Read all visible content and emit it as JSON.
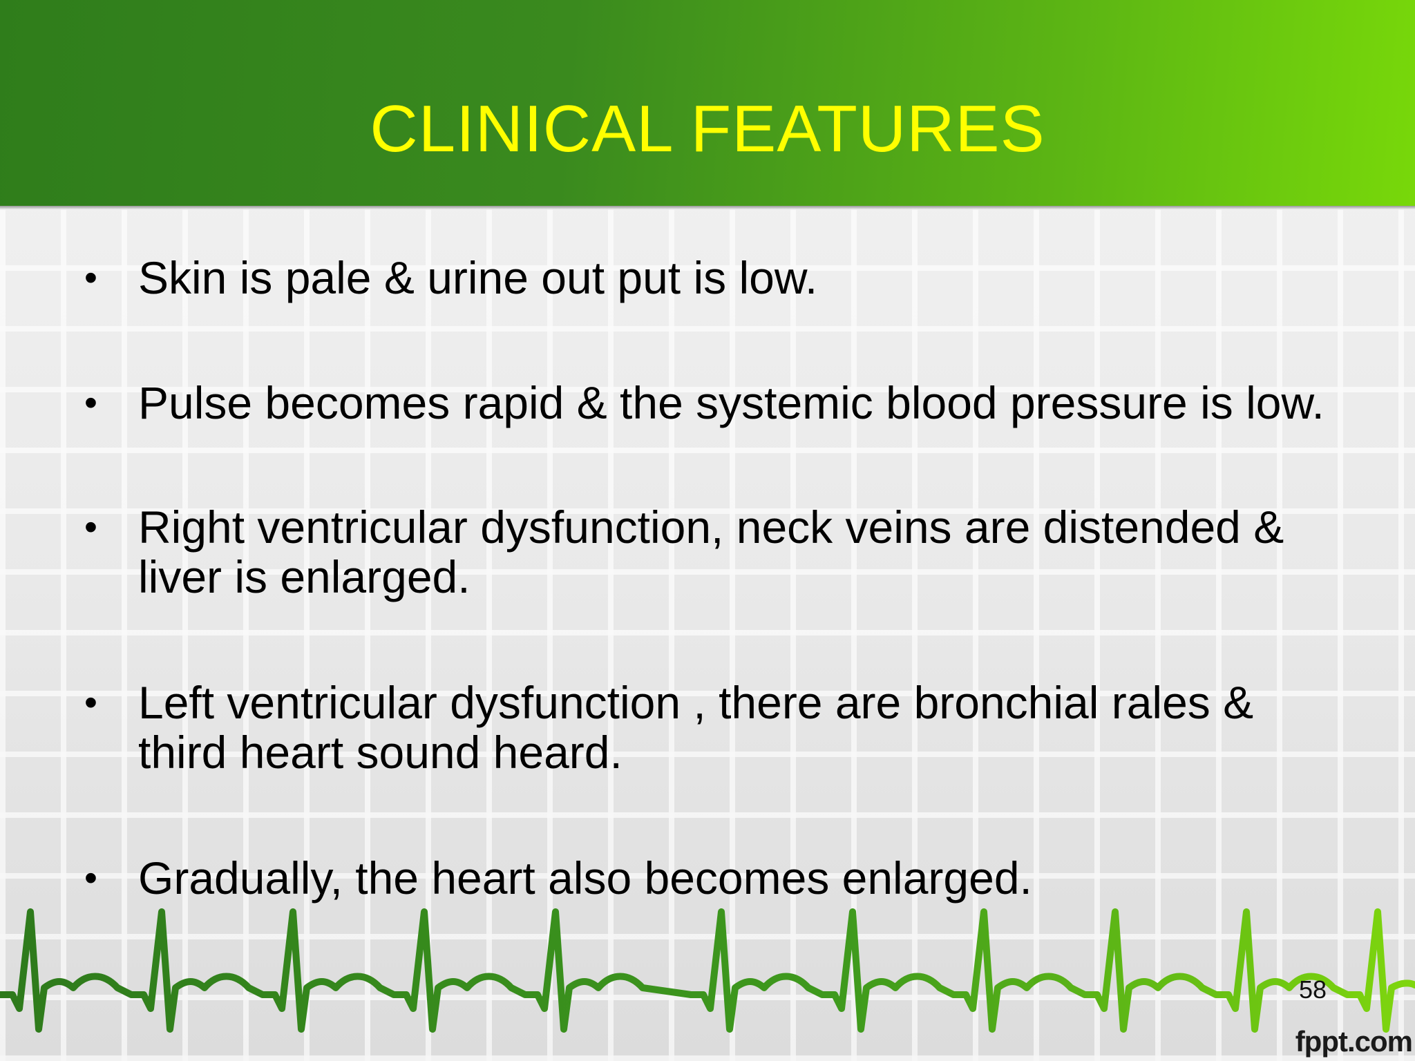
{
  "slide": {
    "title": "CLINICAL FEATURES",
    "bullets": [
      {
        "marker": "•",
        "lines": [
          "Skin is pale & urine out put is low."
        ]
      },
      {
        "marker": "•",
        "lines": [
          "Pulse becomes rapid & the systemic blood pressure is low."
        ]
      },
      {
        "marker": "•",
        "lines": [
          "Right ventricular dysfunction, neck veins are distended &",
          "liver is enlarged."
        ]
      },
      {
        "marker": "•",
        "lines": [
          "Left ventricular dysfunction , there are bronchial rales &",
          "third heart sound heard."
        ]
      },
      {
        "marker": "•",
        "lines": [
          "Gradually, the heart also becomes enlarged."
        ]
      }
    ],
    "page_number": "58",
    "brand": "fppt.com"
  },
  "colors": {
    "title": "#ffff00",
    "header_start": "#2f7d1b",
    "header_end": "#78d80a",
    "ecg_dark": "#2e7a1c",
    "ecg_light": "#7fd60e",
    "text": "#000000"
  }
}
